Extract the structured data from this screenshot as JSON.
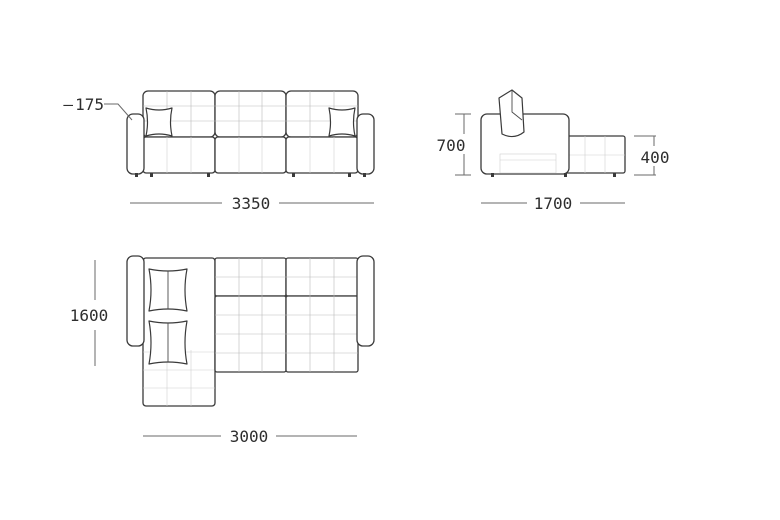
{
  "dimensions": {
    "arm_width": "175",
    "front_length": "3350",
    "height": "700",
    "side_depth": "1700",
    "seat_height": "400",
    "plan_depth": "1600",
    "plan_length": "3000"
  }
}
